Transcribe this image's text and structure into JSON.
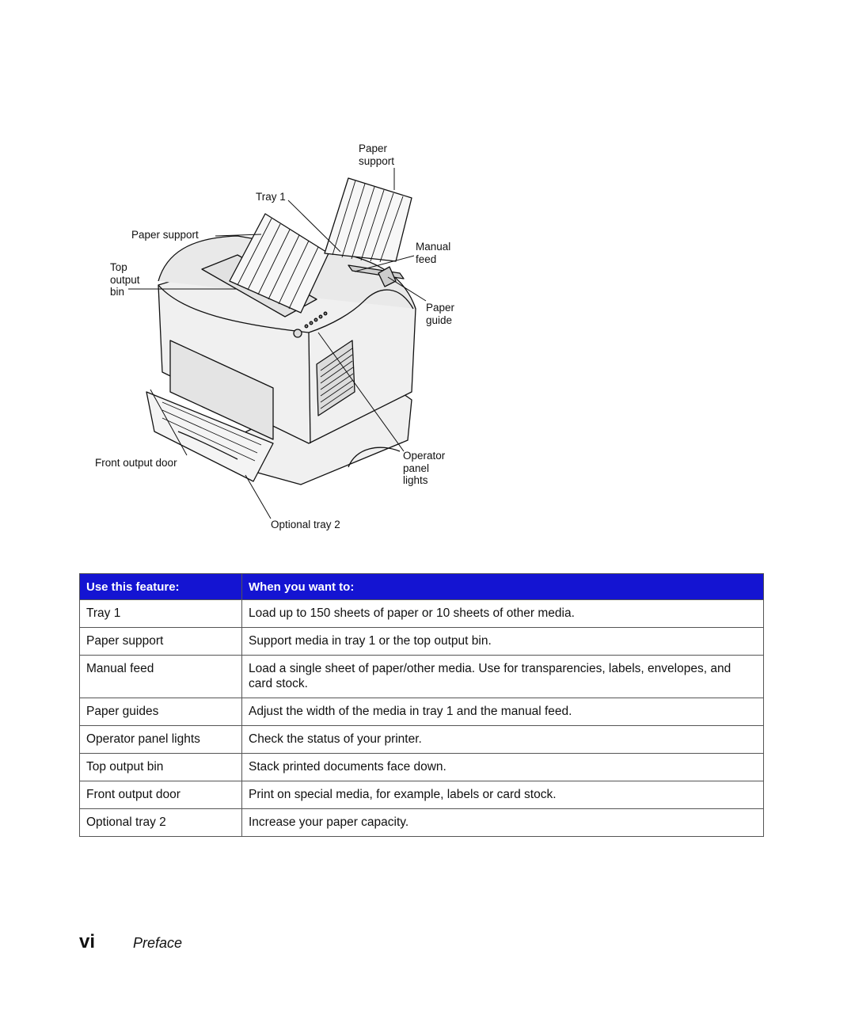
{
  "figure": {
    "callouts": {
      "paper_support_top": "Paper\nsupport",
      "tray1": "Tray 1",
      "paper_support_left": "Paper support",
      "top_output_bin": "Top\noutput\nbin",
      "manual_feed": "Manual\nfeed",
      "paper_guide": "Paper\nguide",
      "operator_panel_lights": "Operator\npanel\nlights",
      "front_output_door": "Front output door",
      "optional_tray2": "Optional tray 2"
    }
  },
  "table": {
    "headers": [
      "Use this feature:",
      "When you want to:"
    ],
    "rows": [
      {
        "feature": "Tray 1",
        "purpose": "Load up to 150 sheets of paper or 10 sheets of other media."
      },
      {
        "feature": "Paper support",
        "purpose": "Support media in tray 1 or the top output bin."
      },
      {
        "feature": "Manual feed",
        "purpose": "Load a single sheet of paper/other media. Use for transparencies, labels, envelopes, and card stock."
      },
      {
        "feature": "Paper guides",
        "purpose": "Adjust the width of the media in tray 1 and the manual feed."
      },
      {
        "feature": "Operator panel lights",
        "purpose": "Check the status of your printer."
      },
      {
        "feature": "Top output bin",
        "purpose": "Stack printed documents face down."
      },
      {
        "feature": "Front output door",
        "purpose": "Print on special media, for example, labels or card stock."
      },
      {
        "feature": "Optional tray 2",
        "purpose": "Increase your paper capacity."
      }
    ]
  },
  "footer": {
    "page_number": "vi",
    "section": "Preface"
  }
}
